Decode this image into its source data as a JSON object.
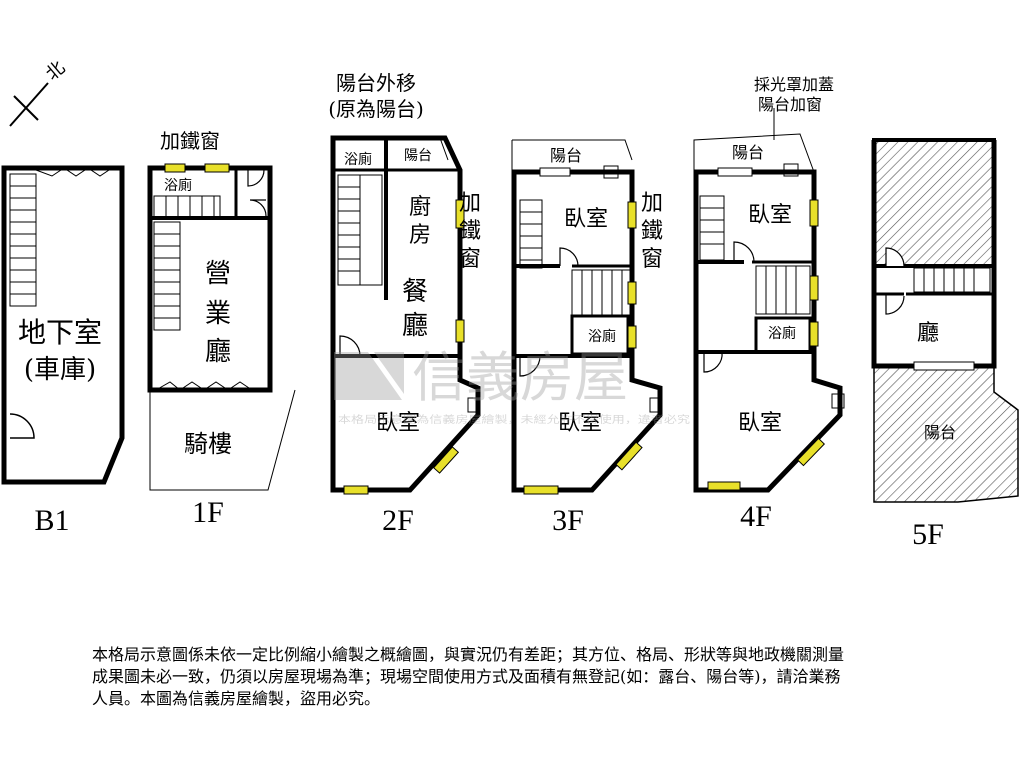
{
  "compass": {
    "label": "北"
  },
  "floors": {
    "b1": {
      "name": "B1",
      "rooms": {
        "basement": "地下室",
        "garage": "(車庫)"
      }
    },
    "f1": {
      "name": "1F",
      "notes": {
        "iron_window": "加鐵窗"
      },
      "rooms": {
        "bath": "浴廁",
        "business1": "營",
        "business2": "業",
        "business3": "廳",
        "arcade": "騎樓"
      }
    },
    "f2": {
      "name": "2F",
      "notes": {
        "balcony_moved1": "陽台外移",
        "balcony_moved2": "(原為陽台)",
        "iron_window1": "加",
        "iron_window2": "鐵",
        "iron_window3": "窗"
      },
      "rooms": {
        "bath": "浴廁",
        "balcony": "陽台",
        "kitchen1": "廚",
        "kitchen2": "房",
        "dining1": "餐",
        "dining2": "廳",
        "bedroom": "臥室"
      }
    },
    "f3": {
      "name": "3F",
      "notes": {
        "iron_window1": "加",
        "iron_window2": "鐵",
        "iron_window3": "窗"
      },
      "rooms": {
        "balcony": "陽台",
        "bedroom_back": "臥室",
        "bath": "浴廁",
        "bedroom_front": "臥室"
      }
    },
    "f4": {
      "name": "4F",
      "notes": {
        "skylight1": "採光罩加蓋",
        "skylight2": "陽台加窗"
      },
      "rooms": {
        "balcony": "陽台",
        "bedroom_back": "臥室",
        "bath": "浴廁",
        "bedroom_front": "臥室"
      }
    },
    "f5": {
      "name": "5F",
      "rooms": {
        "hall": "廳",
        "balcony": "陽台"
      }
    }
  },
  "watermark": {
    "brand": "信義房屋",
    "notice": "本格局示意圖為信義房屋繪製，未經允許不得使用，違者必究"
  },
  "disclaimer": "本格局示意圖係未依一定比例縮小繪製之概繪圖，與實況仍有差距；其方位、格局、形狀等與地政機關測量成果圖未必一致，仍須以房屋現場為準；現場空間使用方式及面積有無登記(如：露台、陽台等)，請洽業務人員。本圖為信義房屋繪製，盜用必究。",
  "colors": {
    "wall": "#000000",
    "window": "#e8e02a",
    "hatch": "#555555",
    "watermark": "#9a9a9a"
  }
}
